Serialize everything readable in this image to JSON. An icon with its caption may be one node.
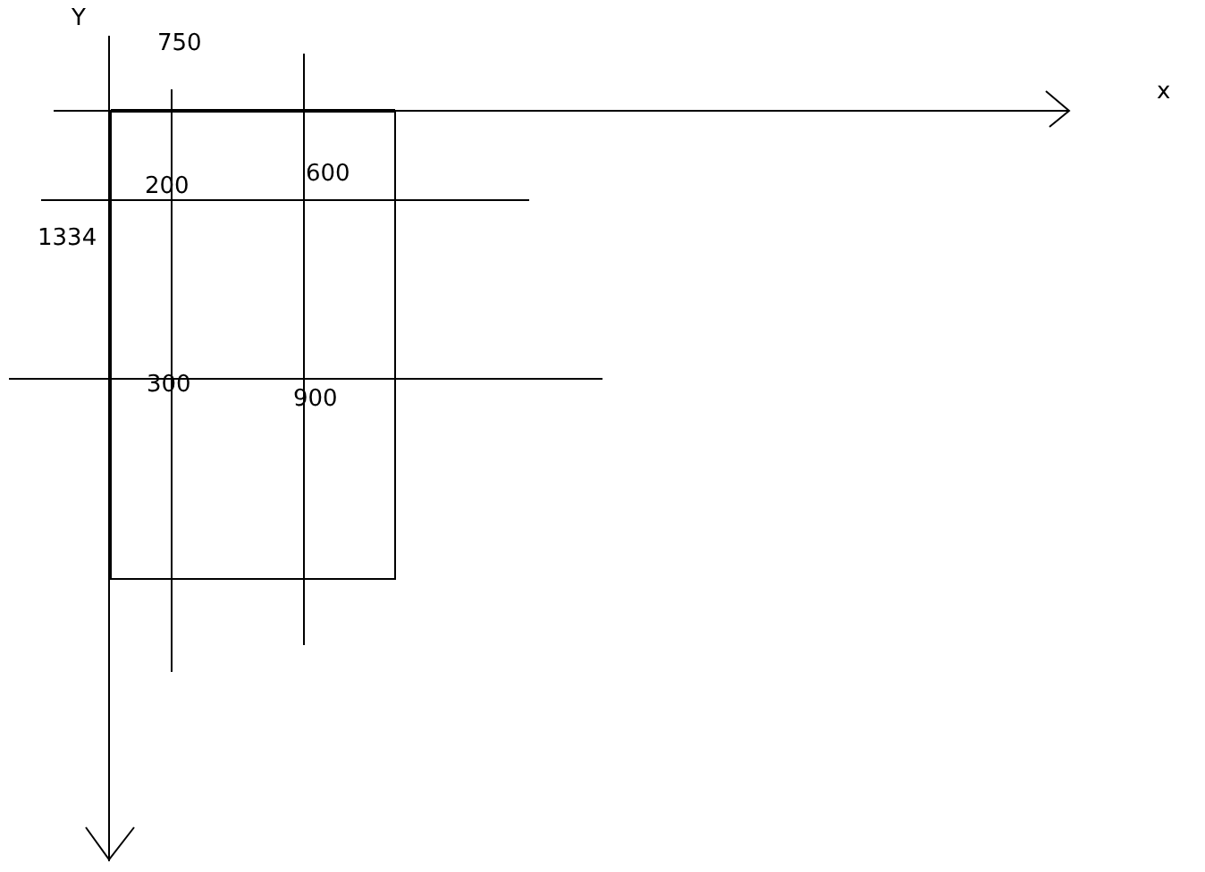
{
  "diagram": {
    "labels": [
      "Y",
      "750",
      "x",
      "200",
      "600",
      "1334",
      "300",
      "900"
    ]
  }
}
